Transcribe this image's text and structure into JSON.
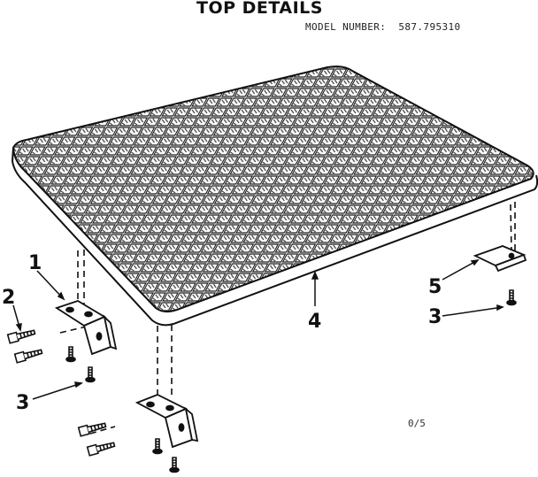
{
  "header": {
    "title": "TOP DETAILS",
    "model_label": "MODEL NUMBER:",
    "model_number": "587.795310"
  },
  "callouts": {
    "c1": "1",
    "c2": "2",
    "c3a": "3",
    "c3b": "3",
    "c4": "4",
    "c5": "5"
  },
  "footer": {
    "code": "0/5"
  }
}
